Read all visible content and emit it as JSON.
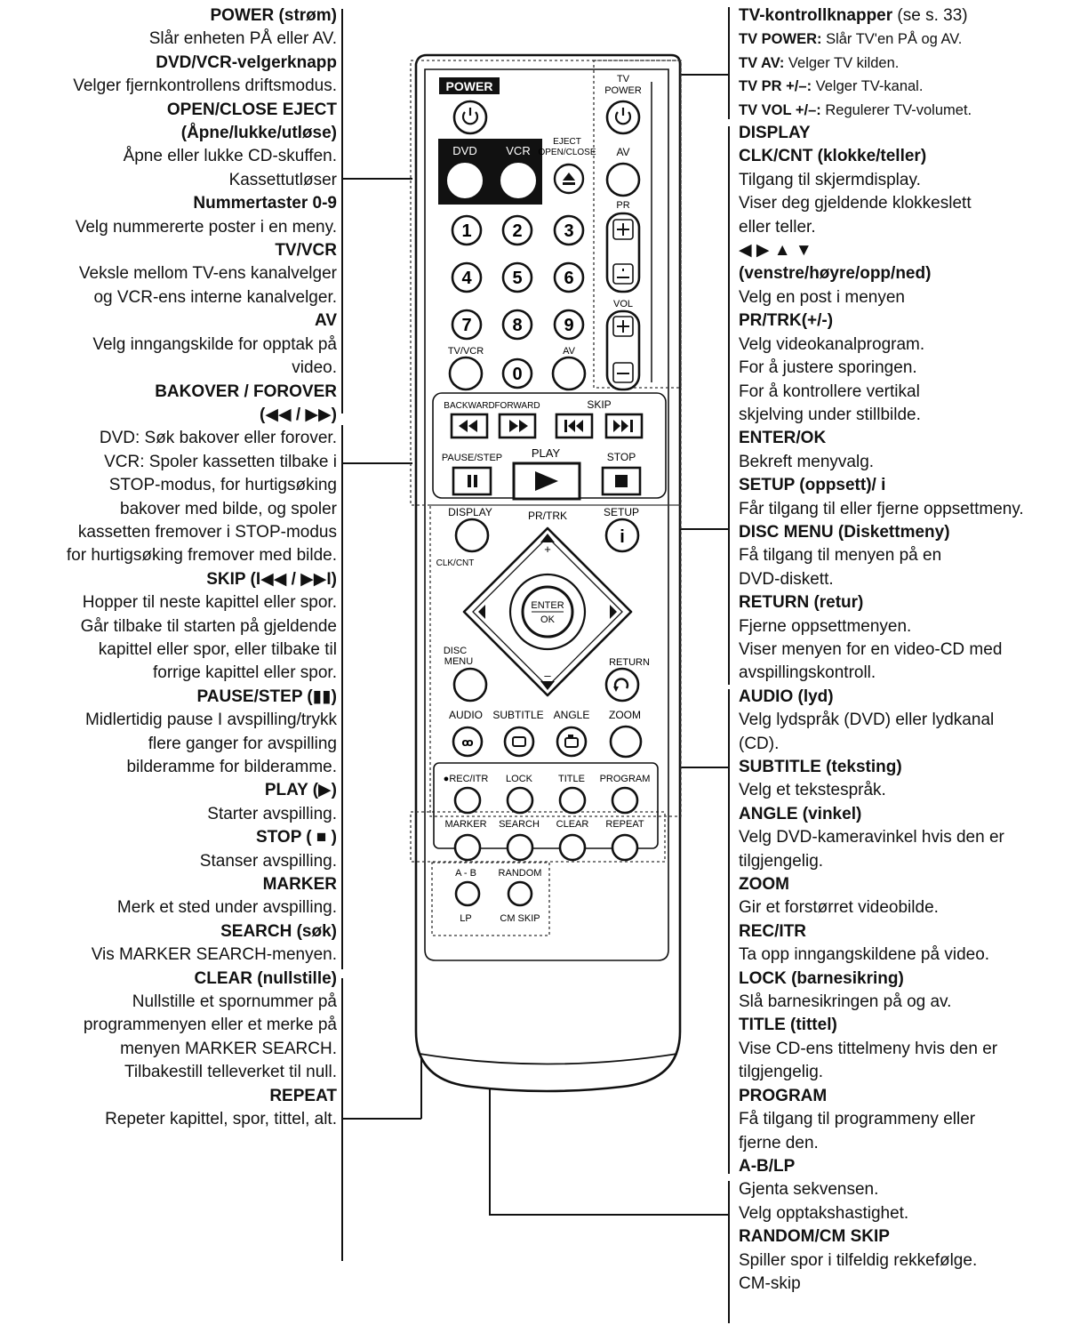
{
  "left": [
    {
      "t": "POWER (strøm)",
      "h": true
    },
    {
      "t": "Slår enheten PÅ eller AV."
    },
    {
      "t": "DVD/VCR-velgerknapp",
      "h": true
    },
    {
      "t": "Velger fjernkontrollens driftsmodus."
    },
    {
      "t": "OPEN/CLOSE EJECT",
      "h": true
    },
    {
      "t": "(Åpne/lukke/utløse)",
      "h": true
    },
    {
      "t": "Åpne eller lukke CD-skuffen."
    },
    {
      "t": "Kassettutløser"
    },
    {
      "t": "Nummertaster 0-9",
      "h": true
    },
    {
      "t": "Velg nummererte poster i en meny."
    },
    {
      "t": "TV/VCR",
      "h": true
    },
    {
      "t": "Veksle mellom TV-ens kanalvelger"
    },
    {
      "t": "og VCR-ens interne kanalvelger."
    },
    {
      "t": "AV",
      "h": true
    },
    {
      "t": "Velg inngangskilde for opptak på"
    },
    {
      "t": "video."
    },
    {
      "t": "BAKOVER / FOROVER",
      "h": true
    },
    {
      "t": "(◀◀ / ▶▶)",
      "h": true
    },
    {
      "t": "DVD: Søk bakover eller forover."
    },
    {
      "t": "VCR: Spoler kassetten tilbake i"
    },
    {
      "t": "STOP-modus, for hurtigsøking"
    },
    {
      "t": "bakover med bilde, og spoler"
    },
    {
      "t": "kassetten fremover i STOP-modus"
    },
    {
      "t": "for hurtigsøking fremover med bilde."
    },
    {
      "t": "SKIP (I◀◀ / ▶▶I)",
      "h": true
    },
    {
      "t": "Hopper til neste kapittel eller spor."
    },
    {
      "t": "Går tilbake til starten på gjeldende"
    },
    {
      "t": "kapittel   eller spor, eller tilbake til"
    },
    {
      "t": "forrige kapittel eller spor."
    },
    {
      "t": "PAUSE/STEP (▮▮)",
      "h": true
    },
    {
      "t": "Midlertidig pause I avspilling/trykk"
    },
    {
      "t": "flere ganger for avspilling"
    },
    {
      "t": "bilderamme for bilderamme."
    },
    {
      "t": "PLAY (▶)",
      "h": true
    },
    {
      "t": "Starter avspilling."
    },
    {
      "t": "STOP ( ■ )",
      "h": true
    },
    {
      "t": "Stanser avspilling."
    },
    {
      "t": "MARKER",
      "h": true
    },
    {
      "t": "Merk et sted under avspilling."
    },
    {
      "t": "SEARCH (søk)",
      "h": true
    },
    {
      "t": "Vis MARKER SEARCH-menyen."
    },
    {
      "t": "CLEAR (nullstille)",
      "h": true
    },
    {
      "t": "Nullstille et spornummer på"
    },
    {
      "t": "programmenyen eller et merke på"
    },
    {
      "t": "menyen MARKER SEARCH."
    },
    {
      "t": "Tilbakestill telleverket til null."
    },
    {
      "t": "REPEAT",
      "h": true
    },
    {
      "t": "Repeter kapittel, spor, tittel, alt."
    }
  ],
  "right_tv": [
    {
      "k": "TV-kontrollknapper",
      "v": " (se s. 33)",
      "big": true
    },
    {
      "k": "TV POWER:",
      "v": " Slår TV'en PÅ og AV."
    },
    {
      "k": "TV AV:",
      "v": " Velger  TV kilden."
    },
    {
      "k": "TV PR +/–:",
      "v": " Velger TV-kanal."
    },
    {
      "k": "TV VOL +/–:",
      "v": " Regulerer TV-volumet."
    }
  ],
  "right": [
    {
      "t": "DISPLAY",
      "h": true
    },
    {
      "t": "CLK/CNT (klokke/teller)",
      "h": true
    },
    {
      "t": "Tilgang til skjermdisplay."
    },
    {
      "t": "Viser deg gjeldende klokkeslett"
    },
    {
      "t": "eller teller."
    },
    {
      "t": "◀ ▶ ▲ ▼",
      "h": true
    },
    {
      "t": "(venstre/høyre/opp/ned)",
      "h": true
    },
    {
      "t": "Velg en post i menyen"
    },
    {
      "t": "PR/TRK(+/-)",
      "h": true
    },
    {
      "t": "Velg videokanalprogram."
    },
    {
      "t": "For å justere sporingen."
    },
    {
      "t": "For å kontrollere vertikal"
    },
    {
      "t": "skjelving under stillbilde."
    },
    {
      "t": "ENTER/OK",
      "h": true
    },
    {
      "t": "Bekreft menyvalg."
    },
    {
      "t": "SETUP (oppsett)/ i",
      "h": true
    },
    {
      "t": "Får tilgang til eller fjerne oppsettmeny."
    },
    {
      "t": "DISC MENU (Diskettmeny)",
      "h": true
    },
    {
      "t": "Få tilgang til menyen på en"
    },
    {
      "t": "DVD-diskett."
    },
    {
      "t": "RETURN (retur)",
      "h": true
    },
    {
      "t": "Fjerne oppsettmenyen."
    },
    {
      "t": "Viser menyen for en video-CD med"
    },
    {
      "t": "avspillingskontroll."
    },
    {
      "t": "AUDIO (lyd)",
      "h": true
    },
    {
      "t": "Velg lydspråk (DVD) eller lydkanal"
    },
    {
      "t": "(CD)."
    },
    {
      "t": "SUBTITLE (teksting)",
      "h": true
    },
    {
      "t": "Velg et tekstespråk."
    },
    {
      "t": "ANGLE (vinkel)",
      "h": true
    },
    {
      "t": "Velg DVD-kameravinkel hvis den er"
    },
    {
      "t": "tilgjengelig."
    },
    {
      "t": "ZOOM",
      "h": true
    },
    {
      "t": "Gir et forstørret videobilde."
    },
    {
      "t": "REC/ITR",
      "h": true
    },
    {
      "t": "Ta opp inngangskildene på video."
    },
    {
      "t": "LOCK (barnesikring)",
      "h": true
    },
    {
      "t": "Slå barnesikringen på og av."
    },
    {
      "t": "TITLE (tittel)",
      "h": true
    },
    {
      "t": "Vise CD-ens tittelmeny hvis den er"
    },
    {
      "t": "tilgjengelig."
    },
    {
      "t": "PROGRAM",
      "h": true
    },
    {
      "t": "Få tilgang til programmeny eller"
    },
    {
      "t": "fjerne den."
    },
    {
      "t": "A-B/LP",
      "h": true
    },
    {
      "t": "Gjenta sekvensen."
    },
    {
      "t": "Velg opptakshastighet."
    },
    {
      "t": "RANDOM/CM SKIP",
      "h": true
    },
    {
      "t": "Spiller spor i tilfeldig rekkefølge."
    },
    {
      "t": "CM-skip"
    }
  ],
  "remote": {
    "power": "POWER",
    "dvd": "DVD",
    "vcr": "VCR",
    "eject1": "EJECT",
    "eject2": "OPEN/CLOSE",
    "tv1": "TV",
    "tv2": "POWER",
    "av": "AV",
    "pr": "PR",
    "vol": "VOL",
    "n1": "1",
    "n2": "2",
    "n3": "3",
    "n4": "4",
    "n5": "5",
    "n6": "6",
    "n7": "7",
    "n8": "8",
    "n9": "9",
    "n0": "0",
    "tvvcr": "TV/VCR",
    "av2": "AV",
    "backward": "BACKWARD",
    "forward": "FORWARD",
    "skip": "SKIP",
    "pausestep": "PAUSE/STEP",
    "play": "PLAY",
    "stop": "STOP",
    "display": "DISPLAY",
    "prtrk": "PR/TRK",
    "setup": "SETUP",
    "clkcnt": "CLK/CNT",
    "enter": "ENTER",
    "ok": "OK",
    "disc": "DISC",
    "menu": "MENU",
    "return": "RETURN",
    "audio": "AUDIO",
    "subtitle": "SUBTITLE",
    "angle": "ANGLE",
    "zoom": "ZOOM",
    "recitr": "●REC/ITR",
    "lock": "LOCK",
    "title": "TITLE",
    "program": "PROGRAM",
    "marker": "MARKER",
    "search": "SEARCH",
    "clear": "CLEAR",
    "repeat": "REPEAT",
    "ab": "A - B",
    "random": "RANDOM",
    "lp": "LP",
    "cmskip": "CM SKIP"
  }
}
